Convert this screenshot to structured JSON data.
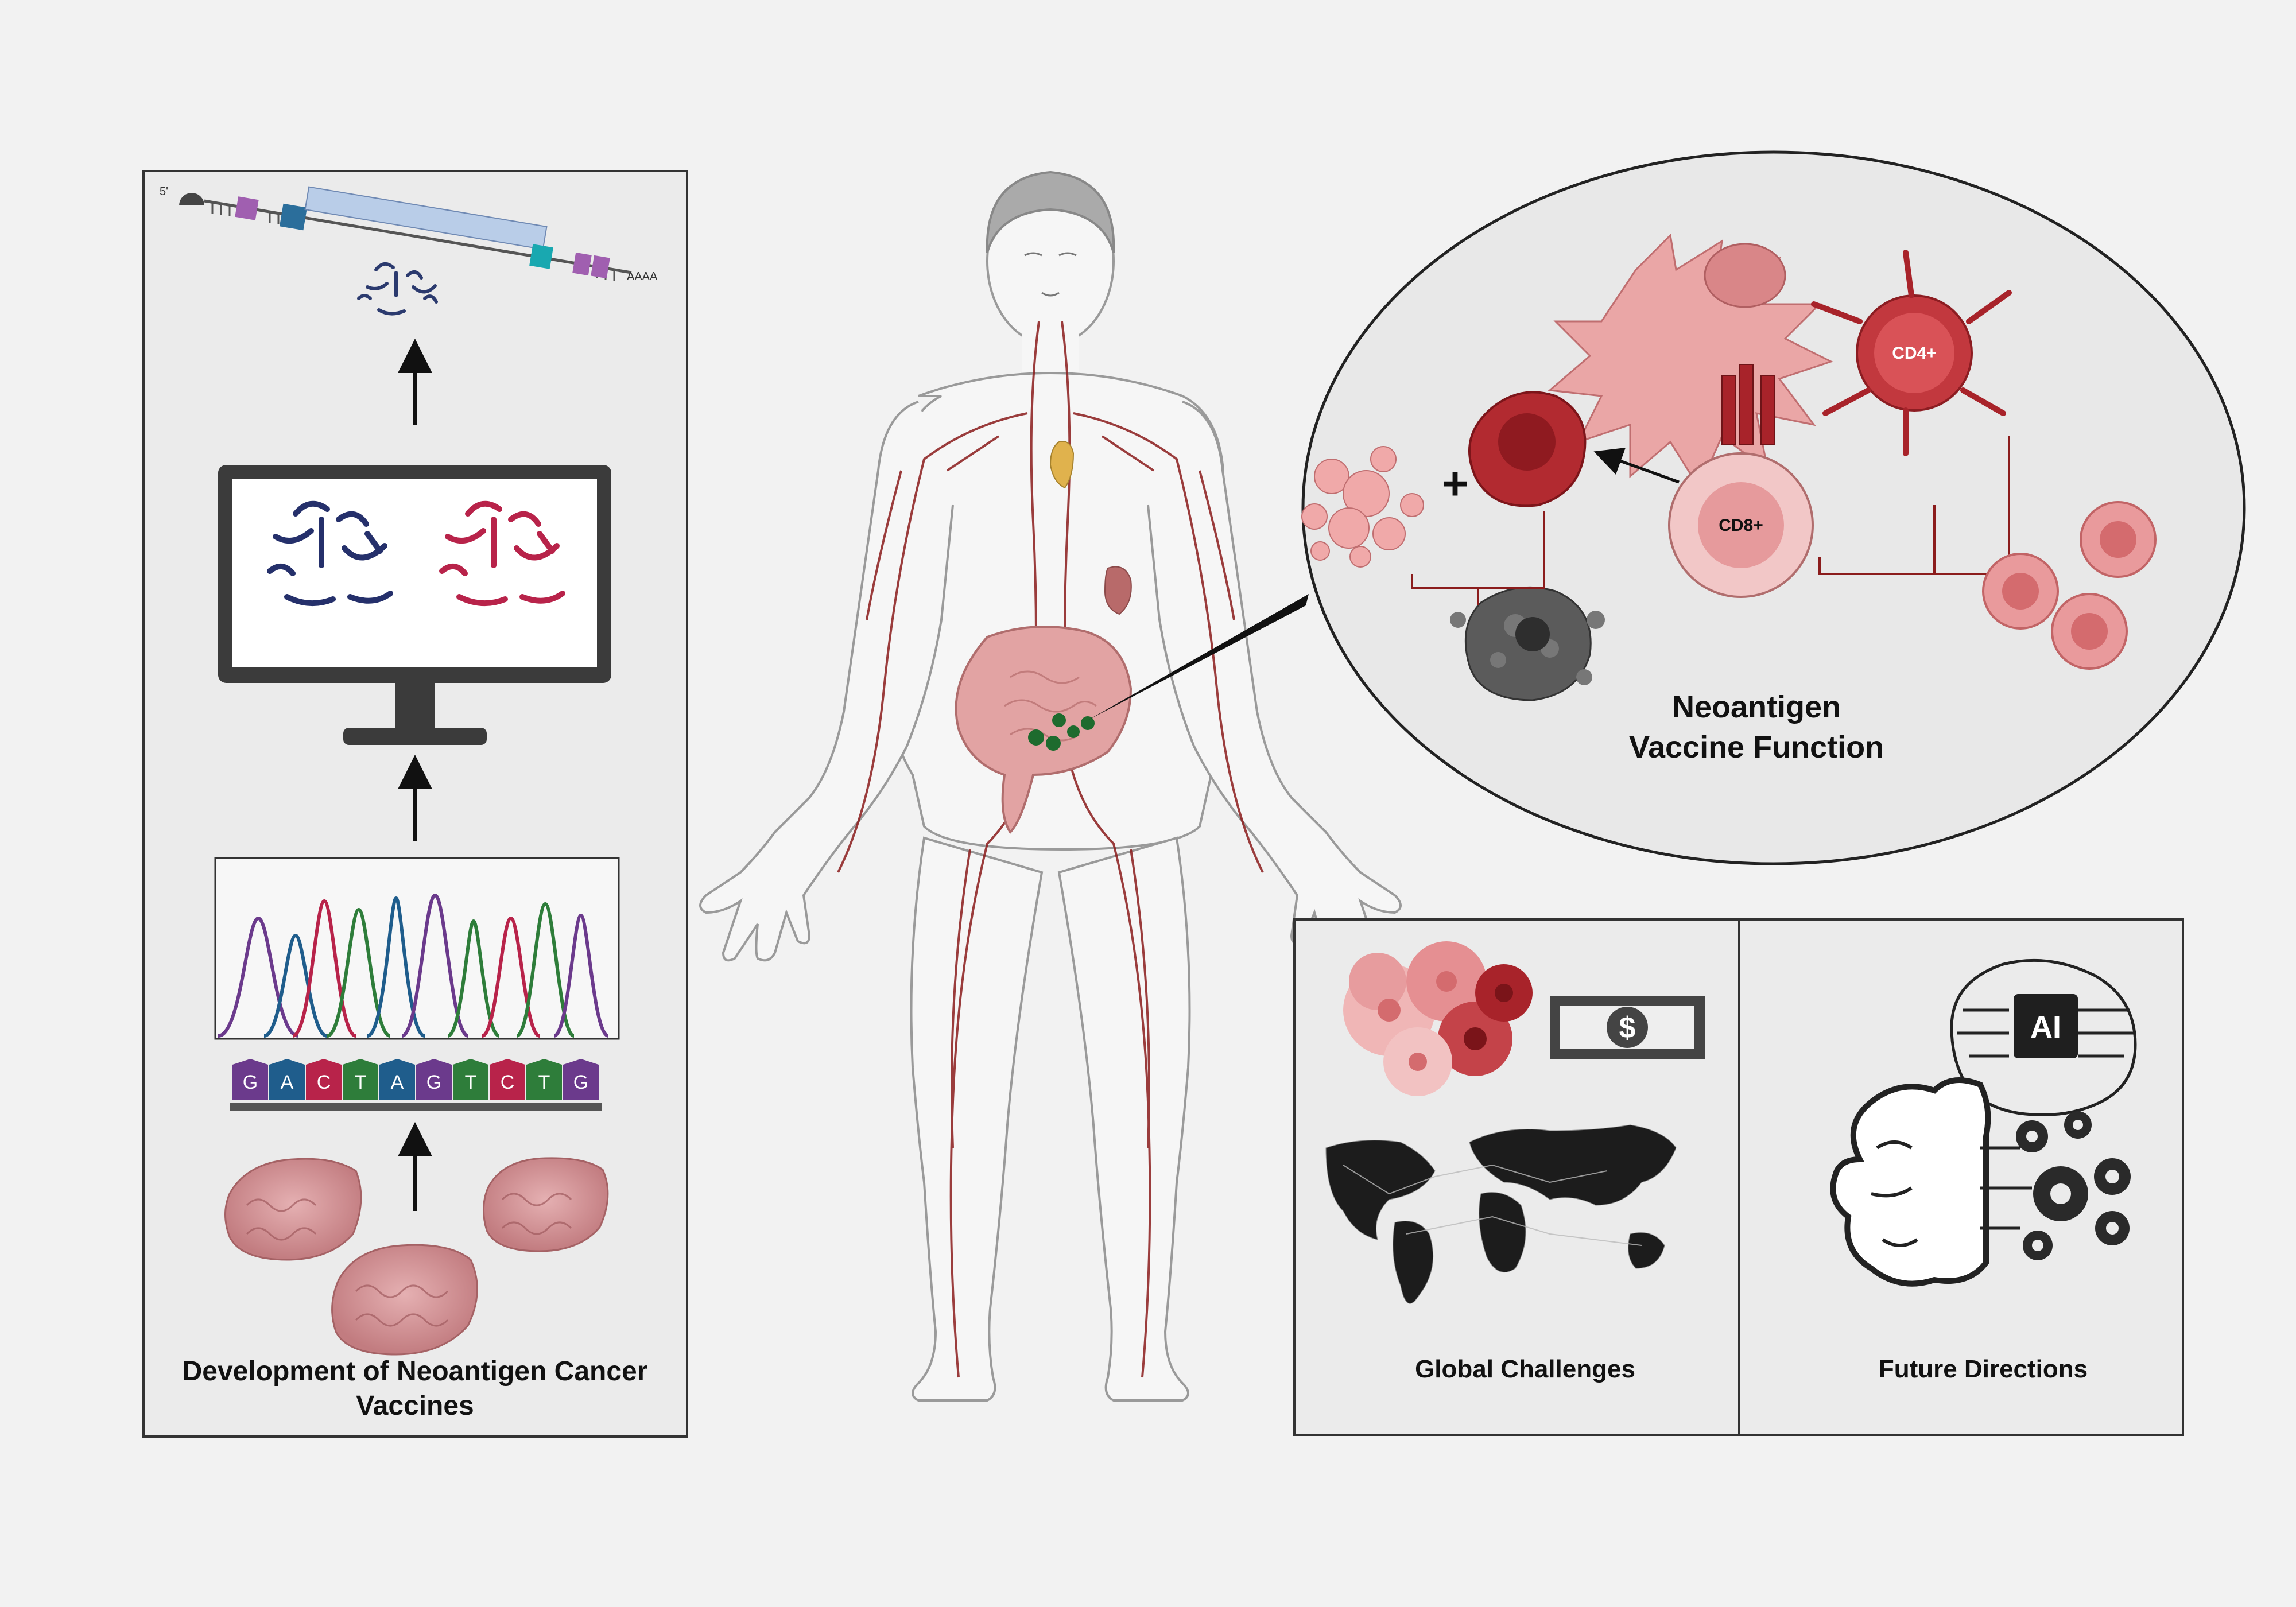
{
  "left_panel": {
    "title_line1": "Development of Neoantigen Cancer",
    "title_line2": "Vaccines",
    "mrna_five_prime": "5'",
    "mrna_poly_a": "AAAA",
    "bases": [
      "G",
      "A",
      "C",
      "T",
      "A",
      "G",
      "T",
      "C",
      "T",
      "G"
    ],
    "base_colors": [
      "#6b3a8c",
      "#1f5d8c",
      "#b8234a",
      "#2e7d3a",
      "#1f5d8c",
      "#6b3a8c",
      "#2e7d3a",
      "#b8234a",
      "#2e7d3a",
      "#6b3a8c"
    ]
  },
  "neoantigen_panel": {
    "title_line1": "Neoantigen",
    "title_line2": "Vaccine Function",
    "cd4_label": "CD4+",
    "cd8_label": "CD8+",
    "plus_sign": "+"
  },
  "bottom_panel": {
    "global_challenges": "Global Challenges",
    "future_directions": "Future Directions",
    "ai_label": "AI",
    "dollar_sign": "$"
  }
}
